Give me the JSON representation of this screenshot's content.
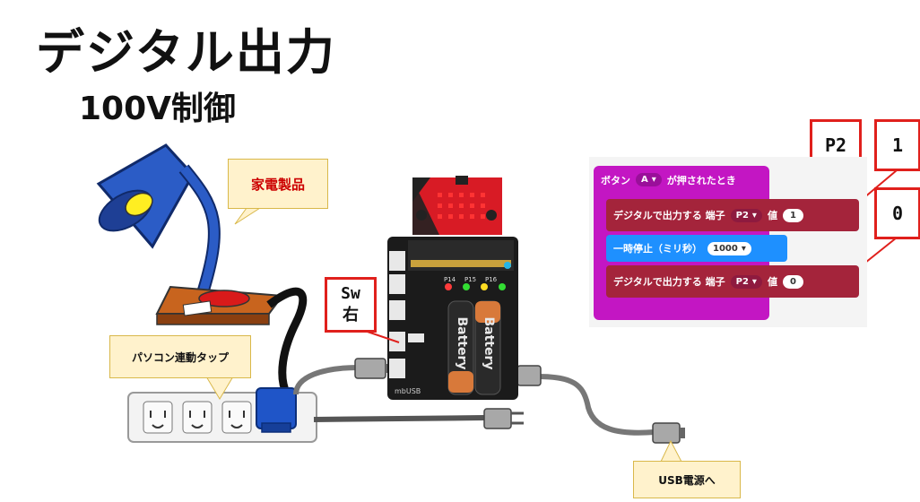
{
  "title": "デジタル出力",
  "subtitle": "100V制御",
  "callouts": {
    "appliance": "家電製品",
    "tap": "パソコン連動タップ",
    "switch_line1": "Sw",
    "switch_line2": "右",
    "usb_power": "USB電源へ",
    "p2": "P2",
    "one": "1",
    "zero": "0"
  },
  "board": {
    "battery1": "Battery",
    "battery2": "Battery",
    "pins": [
      "P14",
      "P15",
      "P16"
    ],
    "brand": "mbUSB"
  },
  "blocks": {
    "event_prefix": "ボタン",
    "event_button": "A",
    "event_suffix": "が押されたとき",
    "write1_label": "デジタルで出力する 端子",
    "write1_pin": "P2",
    "write1_value_label": "値",
    "write1_value": "1",
    "pause_label": "一時停止（ミリ秒）",
    "pause_value": "1000",
    "write2_label": "デジタルで出力する 端子",
    "write2_pin": "P2",
    "write2_value_label": "値",
    "write2_value": "0"
  },
  "colors": {
    "event_block": "#c316c3",
    "write_block": "#a4243b",
    "pause_block": "#1e90ff",
    "lamp_shade": "#2b5cc6",
    "lamp_base": "#c8641e",
    "callout_fill": "#fff2cc",
    "red_border": "#e0201c"
  }
}
